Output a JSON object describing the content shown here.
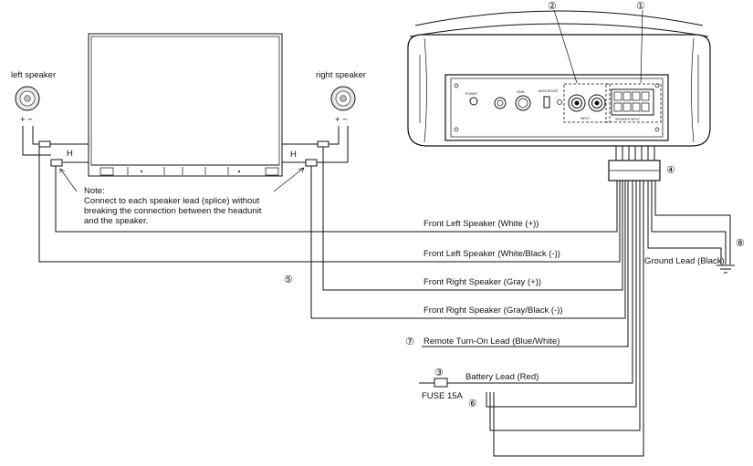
{
  "labels": {
    "left_speaker": "left speaker",
    "right_speaker": "right speaker",
    "polarity": "+ −",
    "splice_h": "H",
    "note_title": "Note:",
    "note_line1": "Connect to each speaker lead (splice) without",
    "note_line2": "breaking the connection between the headunit",
    "note_line3": "and the speaker.",
    "front_left_white": "Front Left Speaker (White (+))",
    "front_left_white_black": "Front Left Speaker (White/Black (-))",
    "front_right_gray": "Front Right Speaker (Gray (+))",
    "front_right_gray_black": "Front Right Speaker (Gray/Black (-))",
    "remote_turn_on": "Remote Turn-On Lead (Blue/White)",
    "battery_lead": "Battery Lead (Red)",
    "fuse": "FUSE 15A",
    "ground_lead": "Ground Lead (Black)"
  },
  "callouts": {
    "c1": "①",
    "c2": "②",
    "c3": "③",
    "c4": "④",
    "c5": "⑤",
    "c6": "⑥",
    "c7": "⑦",
    "c8": "⑧"
  },
  "panel": {
    "power": "POWER",
    "gain": "GAIN",
    "bass_boost": "BASS BOOST",
    "input": "INPUT",
    "speaker_input": "SPEAKER INPUT"
  }
}
